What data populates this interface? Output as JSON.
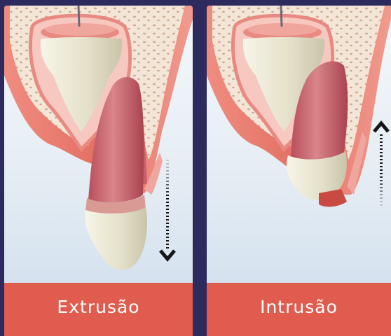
{
  "panels": [
    {
      "caption": "Extrusão",
      "movement": "extrusion",
      "arrow_direction": "down",
      "arrow_icon": "dotted-arrow-down-icon"
    },
    {
      "caption": "Intrusão",
      "movement": "intrusion",
      "arrow_direction": "up",
      "arrow_icon": "dotted-arrow-up-icon"
    }
  ],
  "colors": {
    "background": "#2d2a5e",
    "caption_bar": "#e05c4f",
    "caption_text": "#ffffff",
    "gum": "#e46f63",
    "bone": "#f1e3d2",
    "tooth_crown": "#e9e6d2",
    "root": "#c9626a",
    "arrow": "#161616"
  }
}
